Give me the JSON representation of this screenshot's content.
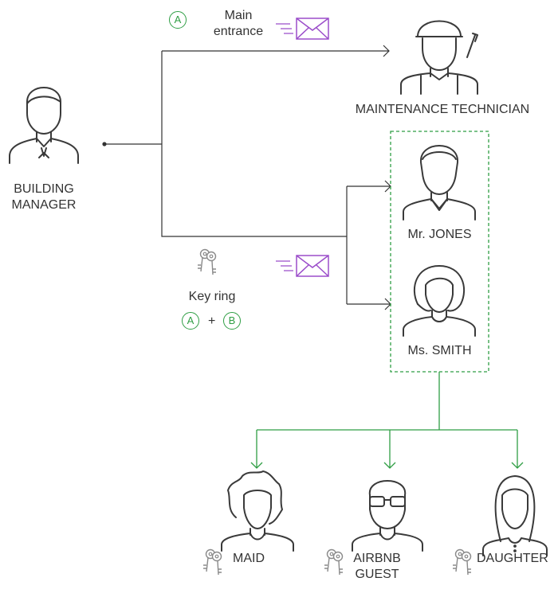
{
  "colors": {
    "line": "#333333",
    "green": "#2f9e44",
    "purple": "#9b4dca",
    "icon": "#3a3a3a",
    "key": "#8a8a8a"
  },
  "labels": {
    "building_manager": [
      "BUILDING",
      "MANAGER"
    ],
    "main_entrance": [
      "Main",
      "entrance"
    ],
    "maintenance_technician": "MAINTENANCE TECHNICIAN",
    "mr_jones": "Mr. JONES",
    "ms_smith": "Ms. SMITH",
    "key_ring": "Key ring",
    "plus": "+",
    "maid": "MAID",
    "airbnb_guest": [
      "AIRBNB",
      "GUEST"
    ],
    "daughter": "DAUGHTER"
  },
  "badges": {
    "a": "A",
    "b": "B"
  },
  "icons": {
    "manager": "manager-person-icon",
    "technician": "technician-person-icon",
    "jones": "man-person-icon",
    "smith": "woman-person-icon",
    "maid": "curly-hair-person-icon",
    "guest": "glasses-person-icon",
    "daughter": "girl-person-icon",
    "envelope": "envelope-icon",
    "key": "key-icon"
  }
}
